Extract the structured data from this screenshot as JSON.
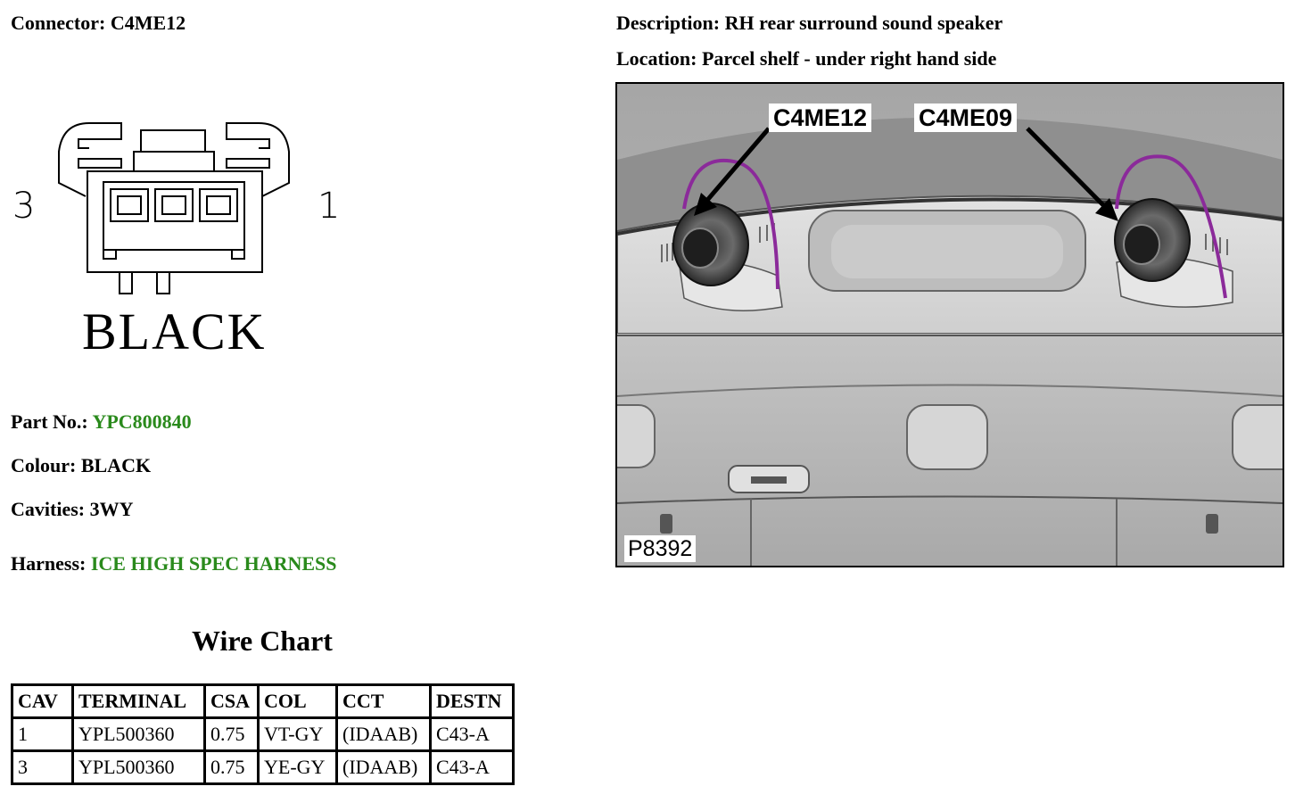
{
  "connector": {
    "label": "Connector:",
    "value": "C4ME12"
  },
  "description": {
    "label": "Description:",
    "value": "RH rear surround sound speaker"
  },
  "location": {
    "label": "Location:",
    "value": "Parcel shelf - under right hand side"
  },
  "diagram": {
    "pin_left": "3",
    "pin_right": "1",
    "colour_label": "BLACK"
  },
  "part_no": {
    "label": "Part No.:",
    "value": "YPC800840"
  },
  "colour": {
    "label": "Colour:",
    "value": "BLACK"
  },
  "cavities": {
    "label": "Cavities:",
    "value": "3WY"
  },
  "harness": {
    "label": "Harness:",
    "value": "ICE HIGH SPEC HARNESS"
  },
  "link_color": "#2a8a1c",
  "wire_chart": {
    "title": "Wire Chart",
    "headers": [
      "CAV",
      "TERMINAL",
      "CSA",
      "COL",
      "CCT",
      "DESTN"
    ],
    "rows": [
      [
        "1",
        "YPL500360",
        "0.75",
        "VT-GY",
        "(IDAAB)",
        "C43-A"
      ],
      [
        "3",
        "YPL500360",
        "0.75",
        "YE-GY",
        "(IDAAB)",
        "C43-A"
      ]
    ]
  },
  "photo": {
    "callout_left": "C4ME12",
    "callout_right": "C4ME09",
    "figure_ref": "P8392",
    "wire_color": "#8b2a9a"
  }
}
